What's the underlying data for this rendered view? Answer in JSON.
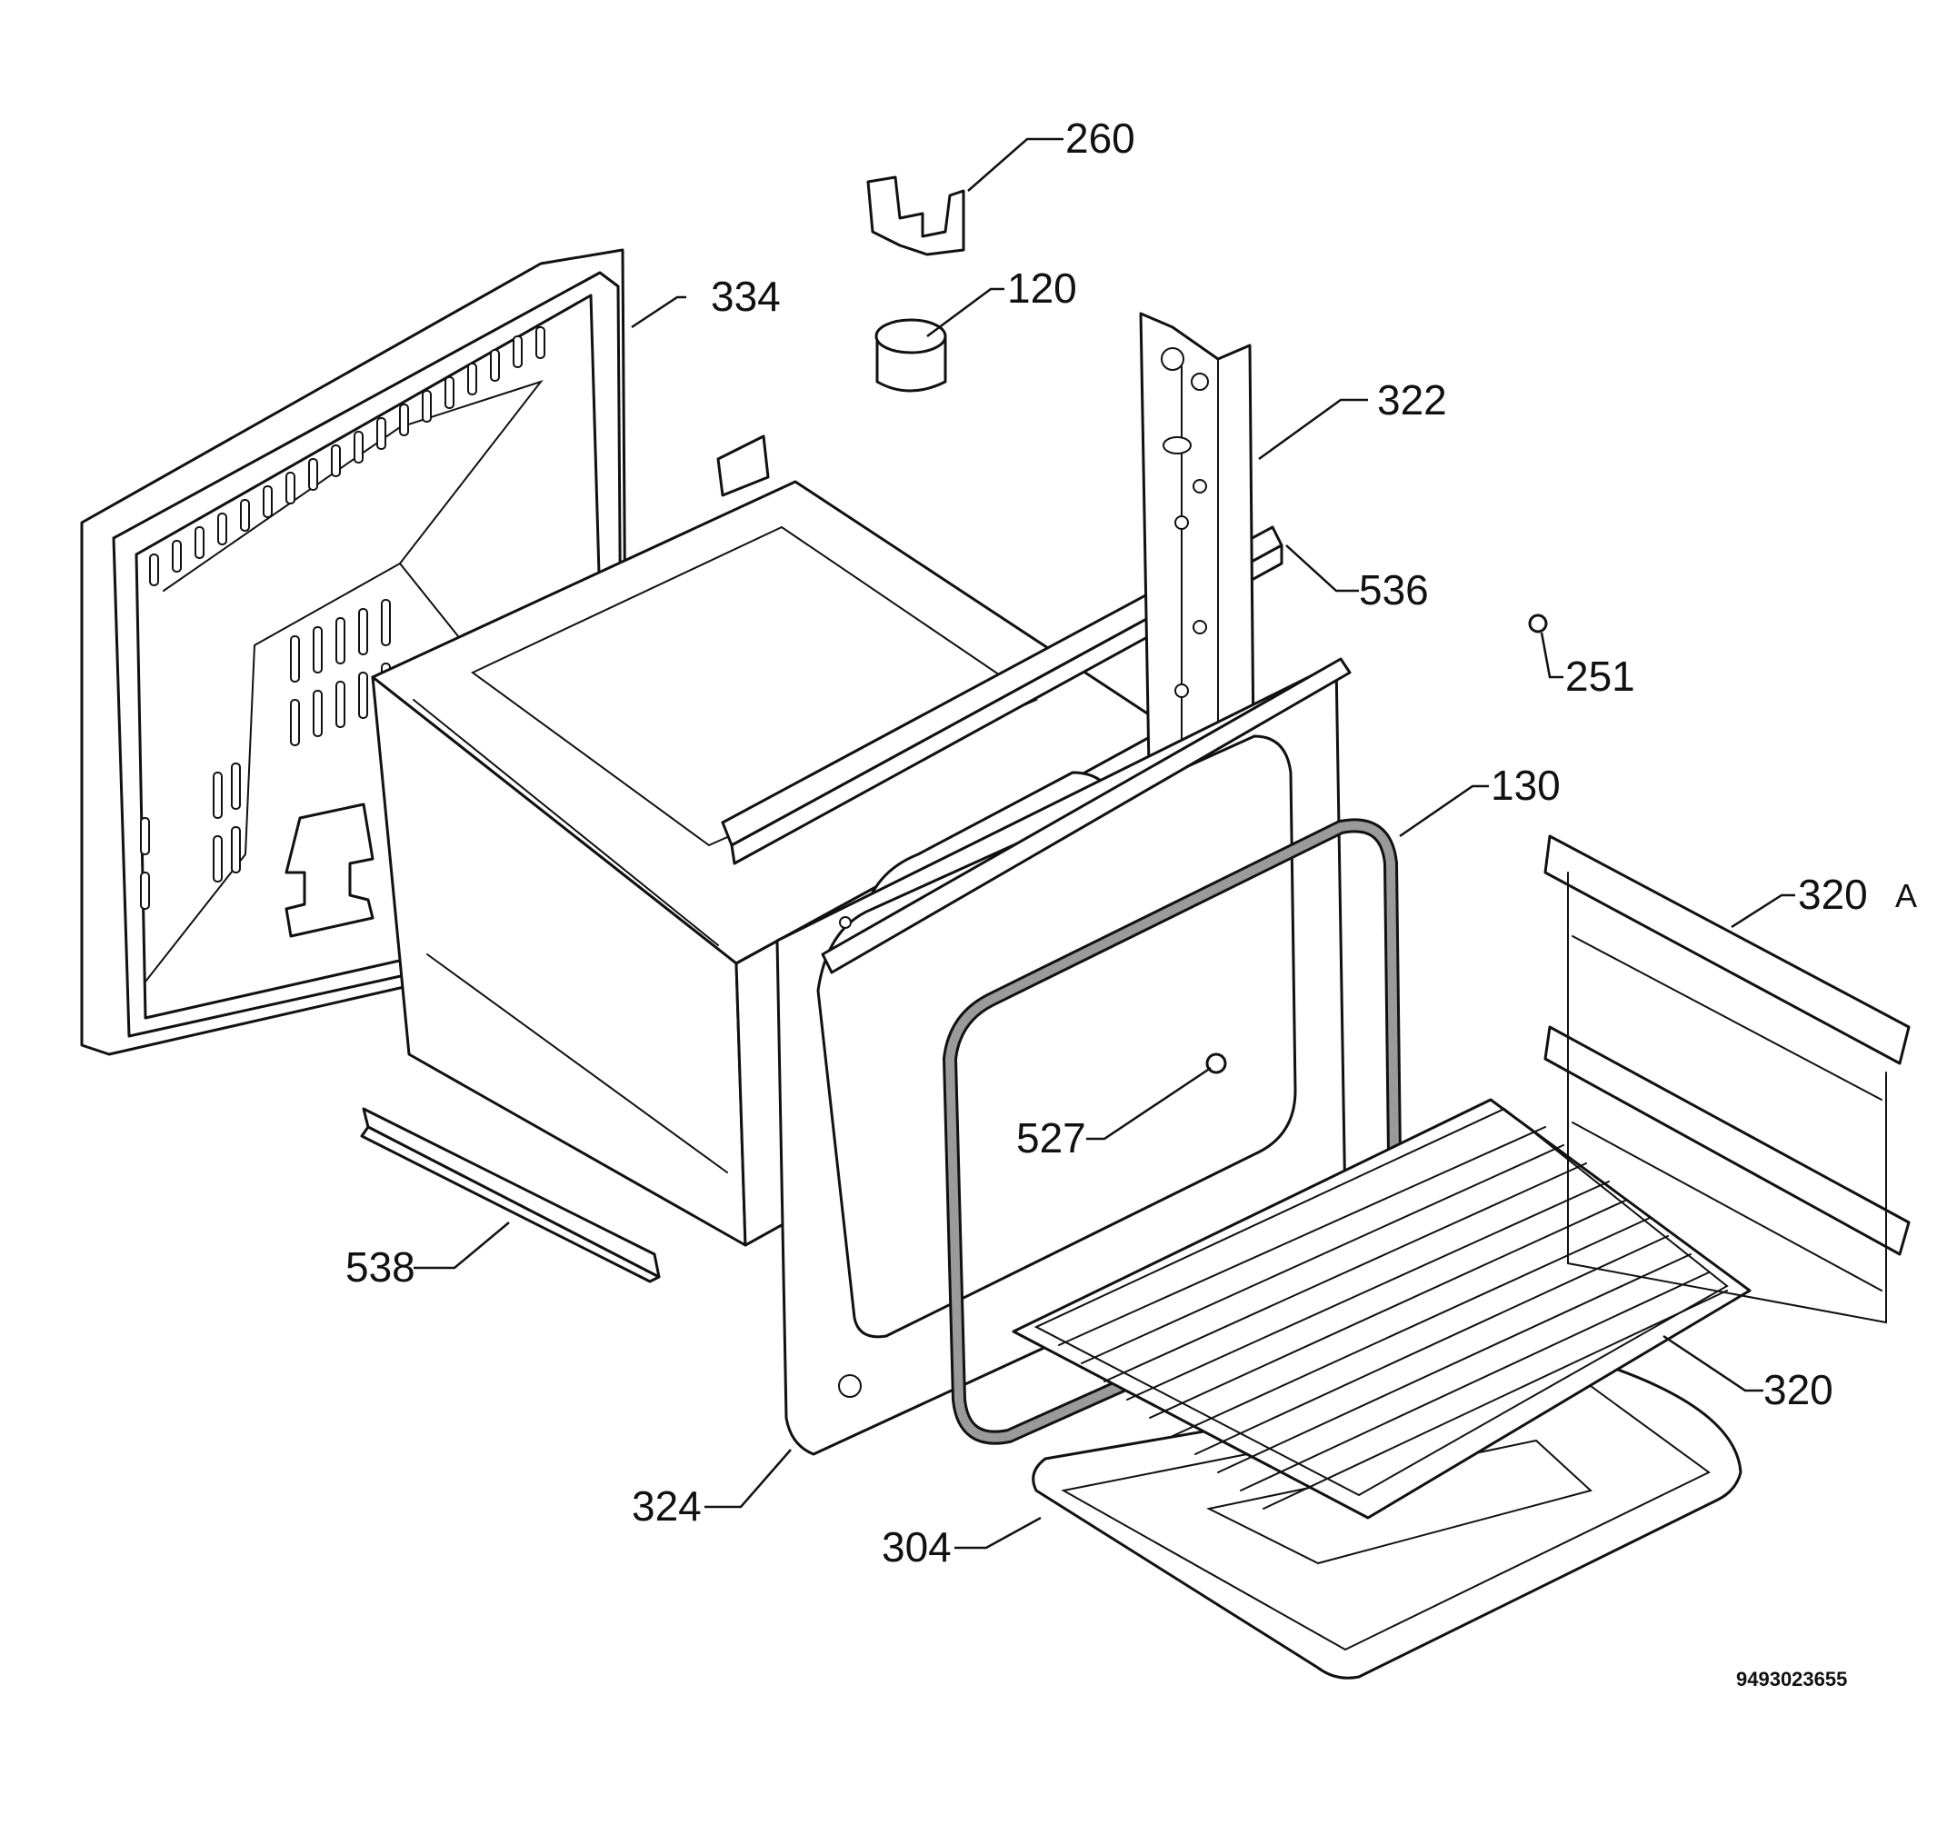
{
  "parts": [
    {
      "id": "part-260",
      "label": "260"
    },
    {
      "id": "part-120",
      "label": "120"
    },
    {
      "id": "part-334",
      "label": "334"
    },
    {
      "id": "part-322",
      "label": "322"
    },
    {
      "id": "part-536",
      "label": "536"
    },
    {
      "id": "part-251",
      "label": "251"
    },
    {
      "id": "part-130",
      "label": "130"
    },
    {
      "id": "part-320a",
      "label": "320",
      "suffix": "A"
    },
    {
      "id": "part-527",
      "label": "527"
    },
    {
      "id": "part-538",
      "label": "538"
    },
    {
      "id": "part-320",
      "label": "320"
    },
    {
      "id": "part-324",
      "label": "324"
    },
    {
      "id": "part-304",
      "label": "304"
    }
  ],
  "document_number": "9493023655",
  "colors": {
    "line": "#111111",
    "gasket_fill": "#9a9a9a",
    "background": "#ffffff"
  }
}
